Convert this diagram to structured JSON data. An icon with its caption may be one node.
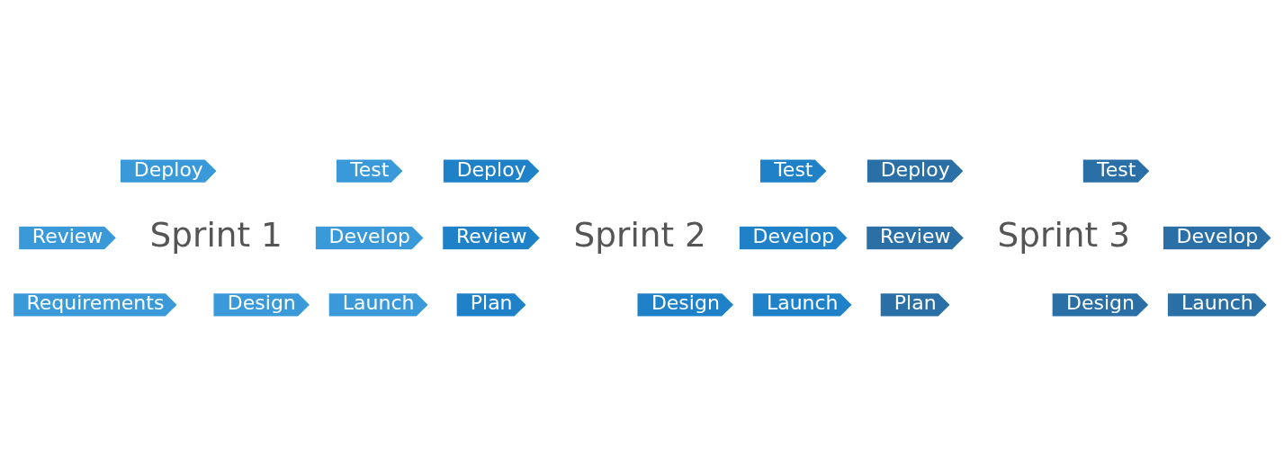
{
  "diagram": {
    "nodes": [
      {
        "text": [
          "Requirements"
        ]
      },
      {
        "text": [
          "Design"
        ]
      },
      {
        "text": [
          "Develop"
        ]
      },
      {
        "text": [
          "Test"
        ]
      },
      {
        "text": [
          "Deploy"
        ]
      },
      {
        "text": [
          "Review"
        ]
      },
      {
        "text": [
          "Launch"
        ]
      },
      {
        "text": [
          "Plan"
        ]
      },
      {
        "text": [
          "Design"
        ]
      },
      {
        "text": [
          "Develop"
        ]
      },
      {
        "text": [
          "Test"
        ]
      },
      {
        "text": [
          "Deploy"
        ]
      },
      {
        "text": [
          "Review"
        ]
      },
      {
        "text": [
          "Launch"
        ]
      },
      {
        "text": [
          "Plan"
        ]
      },
      {
        "text": [
          "Design"
        ]
      },
      {
        "text": [
          "Develop"
        ]
      },
      {
        "text": [
          "Test"
        ]
      },
      {
        "text": [
          "Deploy"
        ]
      },
      {
        "text": [
          "Review"
        ]
      },
      {
        "text": [
          "Launch"
        ]
      }
    ],
    "edges": [],
    "labels": [
      "Sprint 1",
      "Sprint 2",
      "Sprint 3"
    ]
  }
}
